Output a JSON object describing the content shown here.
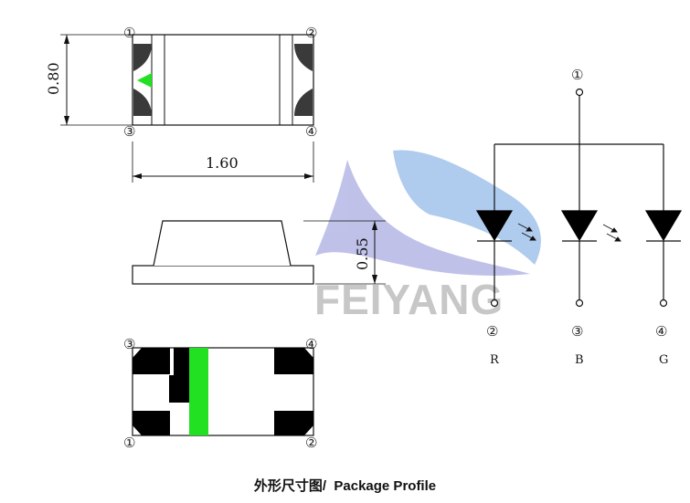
{
  "top_view": {
    "dim_height": "0.80",
    "dim_length": "1.60",
    "pin_tl": "①",
    "pin_tr": "②",
    "pin_bl": "③",
    "pin_br": "④"
  },
  "side_view": {
    "dim_height": "0.55"
  },
  "bottom_view": {
    "pin_tl": "③",
    "pin_tr": "④",
    "pin_bl": "①",
    "pin_br": "②"
  },
  "schematic": {
    "common_pin": "①",
    "pin_r": "②",
    "pin_b": "③",
    "pin_g": "④",
    "label_r": "R",
    "label_b": "B",
    "label_g": "G"
  },
  "watermark": {
    "text": "FEIYANG"
  },
  "caption": {
    "cn": "外形尺寸图/",
    "en": "Package Profile"
  },
  "colors": {
    "green_chip": "#22e022",
    "pad_dark": "#3a3a3a",
    "watermark_blue": "#5b8fd6",
    "watermark_gray": "#b8b8b8"
  }
}
